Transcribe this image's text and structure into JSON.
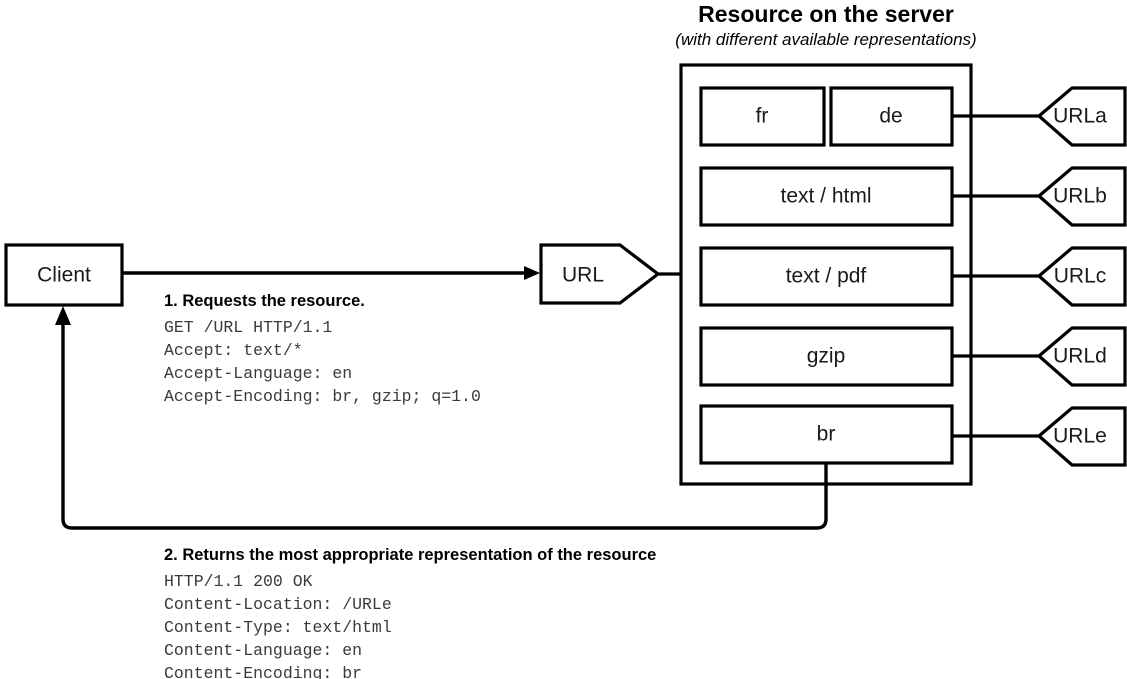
{
  "server": {
    "heading": "Resource on the server",
    "subheading": "(with different available representations)",
    "representations": [
      {
        "id": "rep-fr",
        "label": "fr"
      },
      {
        "id": "rep-de",
        "label": "de"
      },
      {
        "id": "rep-text-html",
        "label": "text / html"
      },
      {
        "id": "rep-text-pdf",
        "label": "text / pdf"
      },
      {
        "id": "rep-gzip",
        "label": "gzip"
      },
      {
        "id": "rep-br",
        "label": "br"
      }
    ],
    "urls": [
      {
        "id": "url-a",
        "label": "URLa"
      },
      {
        "id": "url-b",
        "label": "URLb"
      },
      {
        "id": "url-c",
        "label": "URLc"
      },
      {
        "id": "url-d",
        "label": "URLd"
      },
      {
        "id": "url-e",
        "label": "URLe"
      }
    ]
  },
  "client": {
    "label": "Client"
  },
  "url_node": {
    "label": "URL"
  },
  "request": {
    "title": "1. Requests the resource.",
    "lines": [
      "GET /URL HTTP/1.1",
      "Accept: text/*",
      "Accept-Language: en",
      "Accept-Encoding: br, gzip; q=1.0"
    ]
  },
  "response": {
    "title": "2. Returns the most appropriate representation of the resource",
    "lines": [
      "HTTP/1.1 200 OK",
      "Content-Location: /URLe",
      "Content-Type: text/html",
      "Content-Language: en",
      "Content-Encoding: br"
    ]
  },
  "colors": {
    "stroke": "#000000",
    "background": "#ffffff",
    "mono_text": "#3a3a3a",
    "box_text": "#1a1a1a"
  }
}
